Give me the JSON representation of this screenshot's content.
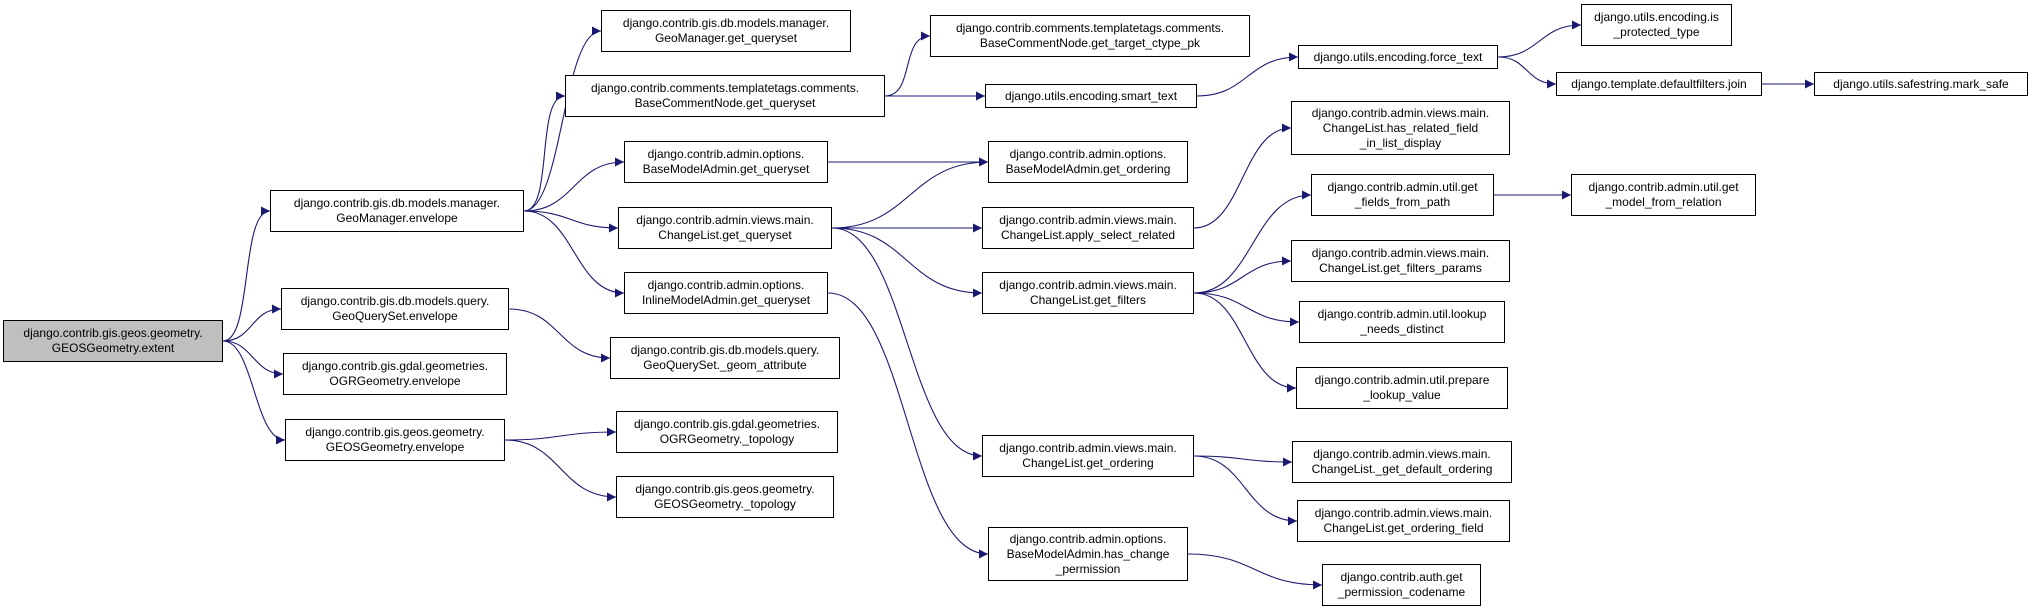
{
  "nodes": [
    {
      "id": "extent",
      "lines": [
        "django.contrib.gis.geos.geometry.",
        "GEOSGeometry.extent"
      ],
      "highlighted": true
    },
    {
      "id": "geomanager_envelope",
      "lines": [
        "django.contrib.gis.db.models.manager.",
        "GeoManager.envelope"
      ]
    },
    {
      "id": "geoqueryset_envelope",
      "lines": [
        "django.contrib.gis.db.models.query.",
        "GeoQuerySet.envelope"
      ]
    },
    {
      "id": "ogr_envelope",
      "lines": [
        "django.contrib.gis.gdal.geometries.",
        "OGRGeometry.envelope"
      ]
    },
    {
      "id": "geos_envelope",
      "lines": [
        "django.contrib.gis.geos.geometry.",
        "GEOSGeometry.envelope"
      ]
    },
    {
      "id": "geomanager_get_queryset",
      "lines": [
        "django.contrib.gis.db.models.manager.",
        "GeoManager.get_queryset"
      ]
    },
    {
      "id": "comment_get_queryset",
      "lines": [
        "django.contrib.comments.templatetags.comments.",
        "BaseCommentNode.get_queryset"
      ]
    },
    {
      "id": "basemodeladmin_get_queryset",
      "lines": [
        "django.contrib.admin.options.",
        "BaseModelAdmin.get_queryset"
      ]
    },
    {
      "id": "changelist_get_queryset",
      "lines": [
        "django.contrib.admin.views.main.",
        "ChangeList.get_queryset"
      ]
    },
    {
      "id": "inline_get_queryset",
      "lines": [
        "django.contrib.admin.options.",
        "InlineModelAdmin.get_queryset"
      ]
    },
    {
      "id": "geom_attribute",
      "lines": [
        "django.contrib.gis.db.models.query.",
        "GeoQuerySet._geom_attribute"
      ]
    },
    {
      "id": "ogr_topology",
      "lines": [
        "django.contrib.gis.gdal.geometries.",
        "OGRGeometry._topology"
      ]
    },
    {
      "id": "geos_topology",
      "lines": [
        "django.contrib.gis.geos.geometry.",
        "GEOSGeometry._topology"
      ]
    },
    {
      "id": "get_target_ctype_pk",
      "lines": [
        "django.contrib.comments.templatetags.comments.",
        "BaseCommentNode.get_target_ctype_pk"
      ]
    },
    {
      "id": "smart_text",
      "lines": [
        "django.utils.encoding.smart_text"
      ]
    },
    {
      "id": "basemodeladmin_get_ordering",
      "lines": [
        "django.contrib.admin.options.",
        "BaseModelAdmin.get_ordering"
      ]
    },
    {
      "id": "apply_select_related",
      "lines": [
        "django.contrib.admin.views.main.",
        "ChangeList.apply_select_related"
      ]
    },
    {
      "id": "get_filters",
      "lines": [
        "django.contrib.admin.views.main.",
        "ChangeList.get_filters"
      ]
    },
    {
      "id": "changelist_get_ordering",
      "lines": [
        "django.contrib.admin.views.main.",
        "ChangeList.get_ordering"
      ]
    },
    {
      "id": "has_change_permission",
      "lines": [
        "django.contrib.admin.options.",
        "BaseModelAdmin.has_change",
        "_permission"
      ]
    },
    {
      "id": "force_text",
      "lines": [
        "django.utils.encoding.force_text"
      ]
    },
    {
      "id": "has_related_field",
      "lines": [
        "django.contrib.admin.views.main.",
        "ChangeList.has_related_field",
        "_in_list_display"
      ]
    },
    {
      "id": "get_fields_from_path",
      "lines": [
        "django.contrib.admin.util.get",
        "_fields_from_path"
      ]
    },
    {
      "id": "get_filters_params",
      "lines": [
        "django.contrib.admin.views.main.",
        "ChangeList.get_filters_params"
      ]
    },
    {
      "id": "lookup_needs_distinct",
      "lines": [
        "django.contrib.admin.util.lookup",
        "_needs_distinct"
      ]
    },
    {
      "id": "prepare_lookup_value",
      "lines": [
        "django.contrib.admin.util.prepare",
        "_lookup_value"
      ]
    },
    {
      "id": "get_default_ordering",
      "lines": [
        "django.contrib.admin.views.main.",
        "ChangeList._get_default_ordering"
      ]
    },
    {
      "id": "get_ordering_field",
      "lines": [
        "django.contrib.admin.views.main.",
        "ChangeList.get_ordering_field"
      ]
    },
    {
      "id": "get_permission_codename",
      "lines": [
        "django.contrib.auth.get",
        "_permission_codename"
      ]
    },
    {
      "id": "is_protected_type",
      "lines": [
        "django.utils.encoding.is",
        "_protected_type"
      ]
    },
    {
      "id": "defaultfilters_join",
      "lines": [
        "django.template.defaultfilters.join"
      ]
    },
    {
      "id": "mark_safe",
      "lines": [
        "django.utils.safestring.mark_safe"
      ]
    },
    {
      "id": "get_model_from_relation",
      "lines": [
        "django.contrib.admin.util.get",
        "_model_from_relation"
      ]
    }
  ],
  "edges": [
    [
      "extent",
      "geomanager_envelope"
    ],
    [
      "extent",
      "geoqueryset_envelope"
    ],
    [
      "extent",
      "ogr_envelope"
    ],
    [
      "extent",
      "geos_envelope"
    ],
    [
      "geomanager_envelope",
      "geomanager_get_queryset"
    ],
    [
      "geomanager_envelope",
      "comment_get_queryset"
    ],
    [
      "geomanager_envelope",
      "basemodeladmin_get_queryset"
    ],
    [
      "geomanager_envelope",
      "changelist_get_queryset"
    ],
    [
      "geomanager_envelope",
      "inline_get_queryset"
    ],
    [
      "geoqueryset_envelope",
      "geom_attribute"
    ],
    [
      "geos_envelope",
      "ogr_topology"
    ],
    [
      "geos_envelope",
      "geos_topology"
    ],
    [
      "comment_get_queryset",
      "get_target_ctype_pk"
    ],
    [
      "comment_get_queryset",
      "smart_text"
    ],
    [
      "basemodeladmin_get_queryset",
      "basemodeladmin_get_ordering"
    ],
    [
      "changelist_get_queryset",
      "basemodeladmin_get_ordering"
    ],
    [
      "changelist_get_queryset",
      "apply_select_related"
    ],
    [
      "changelist_get_queryset",
      "get_filters"
    ],
    [
      "changelist_get_queryset",
      "changelist_get_ordering"
    ],
    [
      "inline_get_queryset",
      "has_change_permission"
    ],
    [
      "smart_text",
      "force_text"
    ],
    [
      "apply_select_related",
      "has_related_field"
    ],
    [
      "get_filters",
      "get_fields_from_path"
    ],
    [
      "get_filters",
      "get_filters_params"
    ],
    [
      "get_filters",
      "lookup_needs_distinct"
    ],
    [
      "get_filters",
      "prepare_lookup_value"
    ],
    [
      "changelist_get_ordering",
      "get_default_ordering"
    ],
    [
      "changelist_get_ordering",
      "get_ordering_field"
    ],
    [
      "has_change_permission",
      "get_permission_codename"
    ],
    [
      "force_text",
      "is_protected_type"
    ],
    [
      "force_text",
      "defaultfilters_join"
    ],
    [
      "defaultfilters_join",
      "mark_safe"
    ],
    [
      "get_fields_from_path",
      "get_model_from_relation"
    ]
  ],
  "colors": {
    "edge": "#191970",
    "node_border": "#000000",
    "highlight_fill": "#bfbfbf",
    "node_fill": "#ffffff"
  }
}
